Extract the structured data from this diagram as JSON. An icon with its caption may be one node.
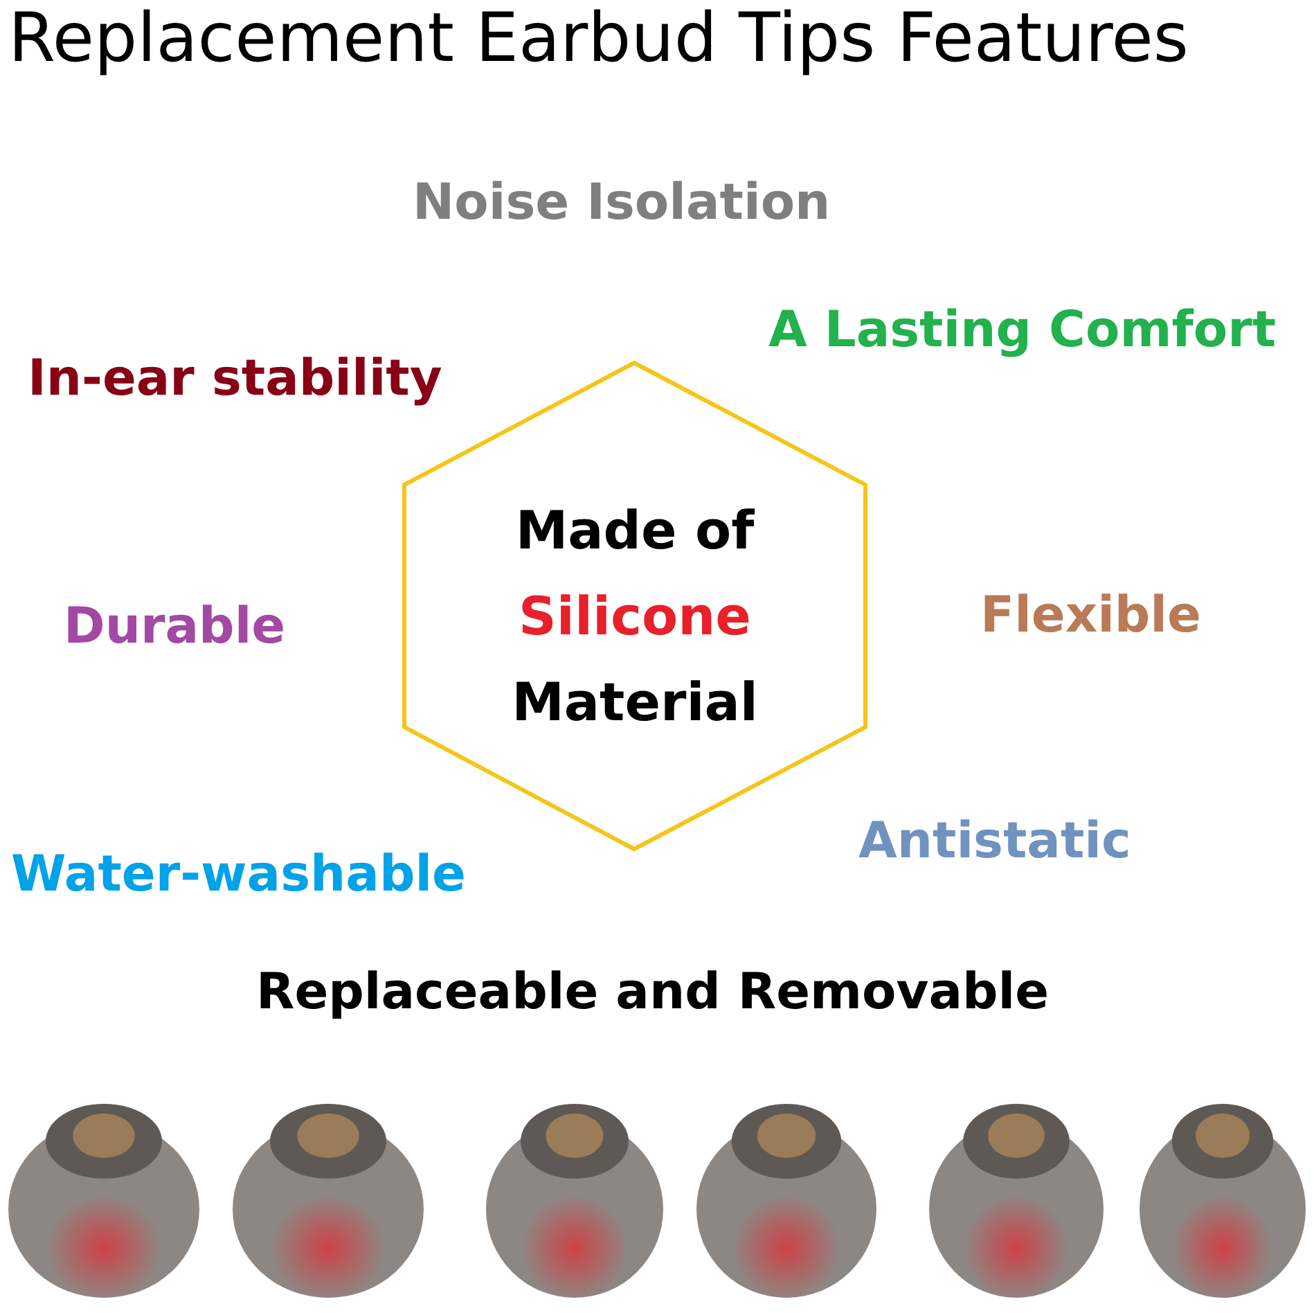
{
  "diagram": {
    "title": "Replacement Earbud Tips Features",
    "nodes": [
      {
        "text": [
          "Made of Silicone Material"
        ]
      },
      {
        "text": [],
        "shape": "picture"
      },
      {
        "text": [],
        "shape": "picture"
      },
      {
        "text": [],
        "shape": "picture"
      },
      {
        "text": [],
        "shape": "picture"
      },
      {
        "text": [],
        "shape": "picture"
      },
      {
        "text": [],
        "shape": "picture"
      }
    ],
    "edges": [],
    "labels": [
      "Noise Isolation",
      "A Lasting Comfort",
      "In-ear stability",
      "Durable",
      "Flexible",
      "Antistatic",
      "Water-washable",
      "Replaceable and Removable"
    ]
  }
}
